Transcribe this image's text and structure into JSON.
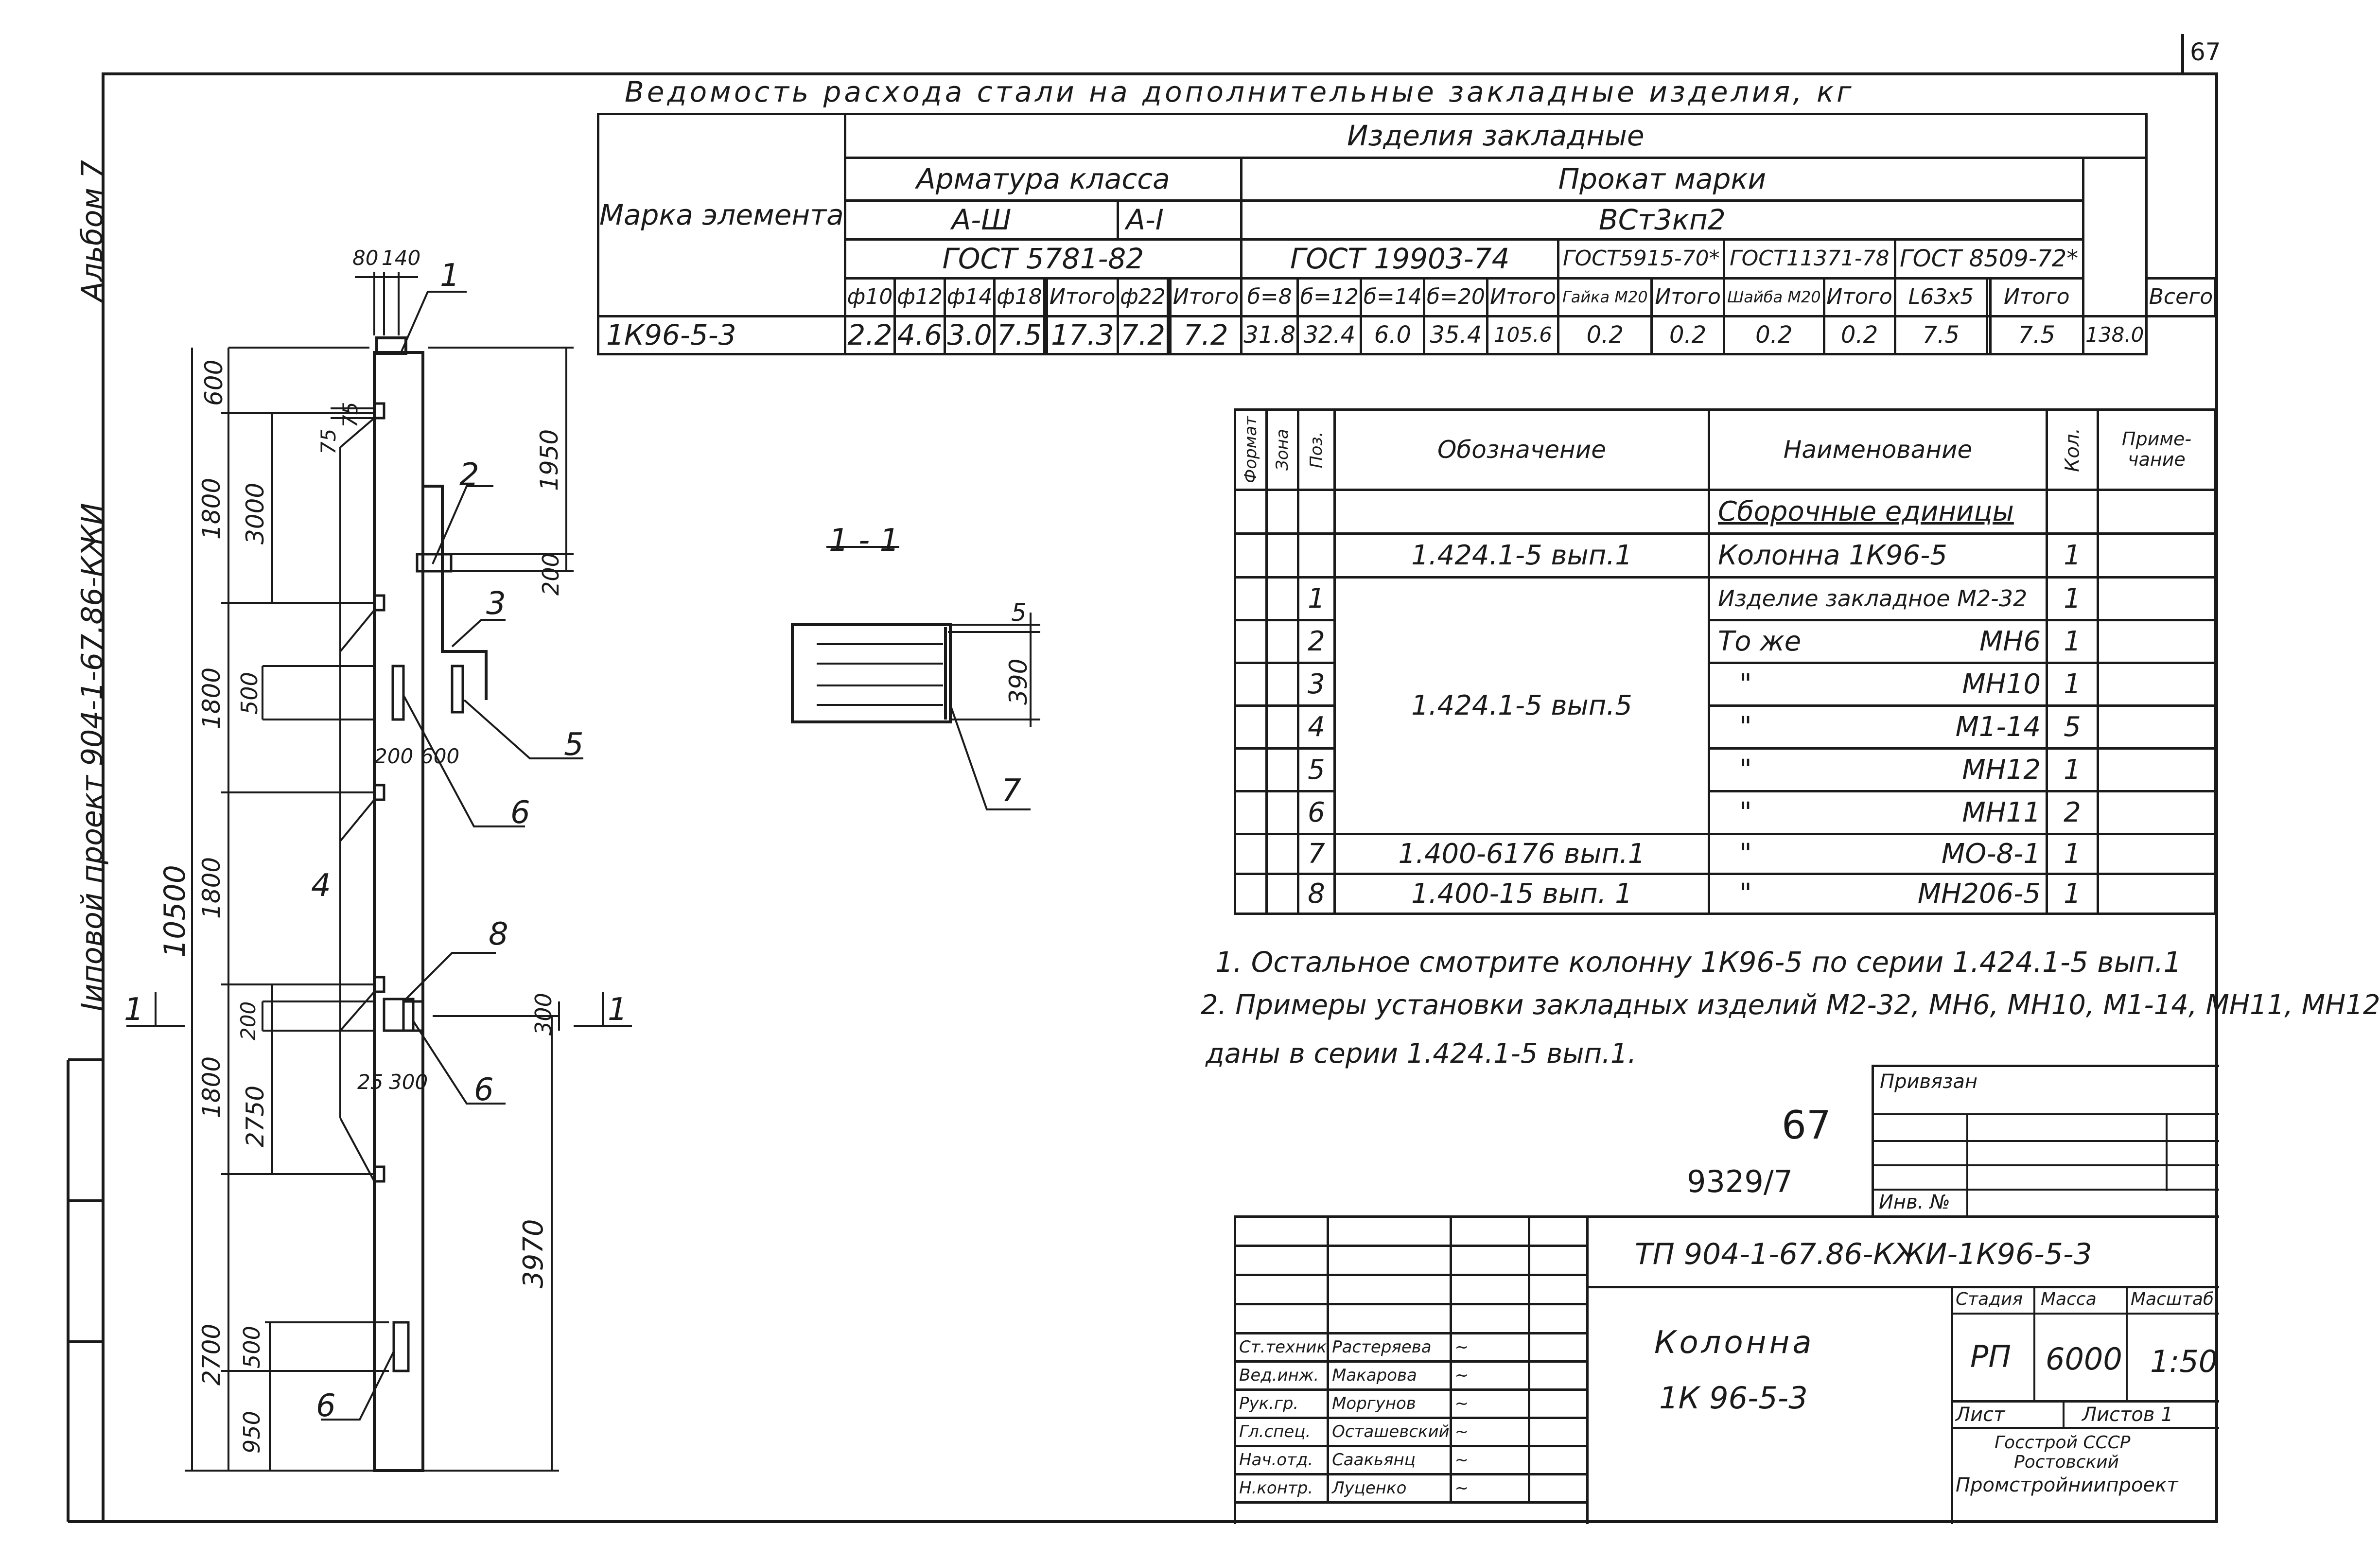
{
  "page_number": "67",
  "side": {
    "album": "Альбом 7",
    "project": "Iиповой проект 904-1-67.86-КЖИ"
  },
  "table_title": "Ведомость расхода стали на дополнительные закладные изделия, кг",
  "steel_table": {
    "mark_header": "Марка элемента",
    "products_header": "Изделия закладные",
    "rebar_header": "Арматура класса",
    "rolled_header": "Прокат марки",
    "rebar_class_1": "А-Ш",
    "rebar_class_2": "А-I",
    "rolled_grade": "ВСт3кп2",
    "gost_rebar": "ГОСТ 5781-82",
    "gost_sheet": "ГОСТ 19903-74",
    "gost_nut": "ГОСТ5915-70*",
    "gost_washer": "ГОСТ11371-78",
    "gost_angle": "ГОСТ 8509-72*",
    "columns": [
      "ф10",
      "ф12",
      "ф14",
      "ф18",
      "",
      "Итого",
      "ф22",
      "",
      "Итого",
      "б=8",
      "б=12",
      "б=14",
      "б=20",
      "Итого",
      "Гайка М20",
      "Итого",
      "Шайба М20",
      "Итого",
      "L63х5",
      "",
      "Итого",
      "Всего"
    ],
    "row": {
      "mark": "1К96-5-3",
      "values": [
        "2.2",
        "4.6",
        "3.0",
        "7.5",
        "",
        "17.3",
        "7.2",
        "",
        "7.2",
        "31.8",
        "32.4",
        "6.0",
        "35.4",
        "105.6",
        "0.2",
        "0.2",
        "0.2",
        "0.2",
        "7.5",
        "",
        "7.5",
        "138.0"
      ]
    }
  },
  "spec_table": {
    "headers": {
      "format": "Формат",
      "zone": "Зона",
      "pos": "Поз.",
      "designation": "Обозначение",
      "name": "Наименование",
      "qty": "Кол.",
      "note": "Приме-чание"
    },
    "section": "Сборочные единицы",
    "rows": [
      {
        "pos": "",
        "designation": "1.424.1-5 вып.1",
        "name": "Колонна 1К96-5",
        "code": "",
        "qty": "1"
      },
      {
        "pos": "1",
        "designation": "",
        "name": "Изделие закладное М2-32",
        "code": "",
        "qty": "1"
      },
      {
        "pos": "2",
        "designation": "",
        "name": "То же",
        "code": "МН6",
        "qty": "1"
      },
      {
        "pos": "3",
        "designation": "1.424.1-5 вып.5",
        "name": "\"",
        "code": "МН10",
        "qty": "1"
      },
      {
        "pos": "4",
        "designation": "",
        "name": "\"",
        "code": "М1-14",
        "qty": "5"
      },
      {
        "pos": "5",
        "designation": "",
        "name": "\"",
        "code": "МН12",
        "qty": "1"
      },
      {
        "pos": "6",
        "designation": "",
        "name": "\"",
        "code": "МН11",
        "qty": "2"
      },
      {
        "pos": "7",
        "designation": "1.400-6176 вып.1",
        "name": "\"",
        "code": "МО-8-1",
        "qty": "1"
      },
      {
        "pos": "8",
        "designation": "1.400-15 вып. 1",
        "name": "\"",
        "code": "МН206-5",
        "qty": "1"
      }
    ]
  },
  "notes": [
    "1. Остальное смотрите колонну 1К96-5 по серии 1.424.1-5 вып.1",
    "2. Примеры установки закладных изделий М2-32, МН6, МН10, М1-14, МН11, МН12",
    "даны в серии 1.424.1-5 вып.1."
  ],
  "section_label": "1 - 1",
  "section_dims": {
    "d5": "5",
    "d390": "390"
  },
  "drawing": {
    "dims": {
      "d80": "80",
      "d140": "140",
      "d600": "600",
      "d75a": "75",
      "d75b": "75",
      "d1800a": "1800",
      "d3000": "3000",
      "d1950": "1950",
      "d200": "200",
      "d1800b": "1800",
      "d500a": "500",
      "d200b": "200",
      "d600b": "600",
      "d1800c": "1800",
      "d10500": "10500",
      "d200c": "200",
      "d300a": "300",
      "d25": "25",
      "d300b": "300",
      "d1800d": "1800",
      "d2750": "2750",
      "d3970": "3970",
      "d2700": "2700",
      "d500b": "500",
      "d950": "950"
    },
    "callouts": [
      "1",
      "2",
      "3",
      "4",
      "5",
      "6",
      "6",
      "7",
      "8"
    ],
    "cut_mark": "1"
  },
  "handwritten": {
    "num": "67",
    "inv": "9329/7"
  },
  "binding": {
    "label": "Привязан",
    "inv_label": "Инв. №"
  },
  "title_block": {
    "code": "ТП 904-1-67.86-КЖИ-1К96-5-3",
    "name1": "Колонна",
    "name2": "1К 96-5-3",
    "stage_h": "Стадия",
    "mass_h": "Масса",
    "scale_h": "Масштаб",
    "stage": "РП",
    "mass": "6000",
    "scale": "1:50",
    "sheet_h": "Лист",
    "sheets_h": "Листов 1",
    "org1": "Госстрой СССР",
    "org2": "Ростовский",
    "org3": "Промстройниипроект",
    "people": [
      {
        "role": "Ст.техник",
        "name": "Растеряева"
      },
      {
        "role": "Вед.инж.",
        "name": "Макарова"
      },
      {
        "role": "Рук.гр.",
        "name": "Моргунов"
      },
      {
        "role": "Гл.спец.",
        "name": "Осташевский"
      },
      {
        "role": "Нач.отд.",
        "name": "Саакьянц"
      },
      {
        "role": "Н.контр.",
        "name": "Луценко"
      }
    ]
  }
}
